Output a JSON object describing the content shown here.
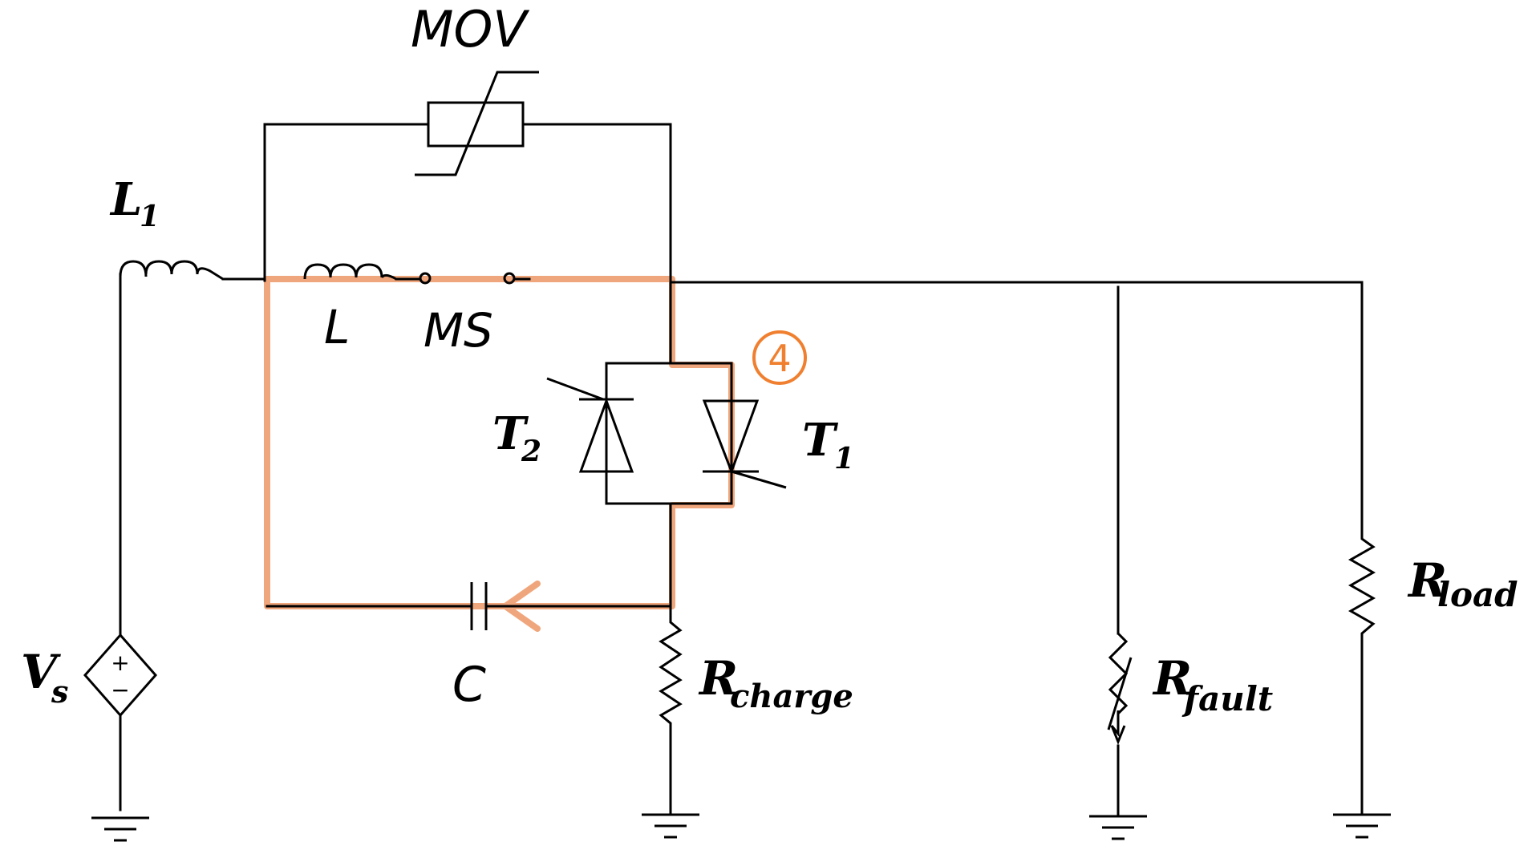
{
  "labels": {
    "mov": "MOV",
    "l1_main": "L",
    "l1_sub": "1",
    "l": "L",
    "ms": "MS",
    "t2_main": "T",
    "t2_sub": "2",
    "t1_main": "T",
    "t1_sub": "1",
    "vs_main": "V",
    "vs_sub": "s",
    "c": "C",
    "rcharge_main": "R",
    "rcharge_sub": "charge",
    "rfault_main": "R",
    "rfault_sub": "fault",
    "rload_main": "R",
    "rload_sub": "load",
    "step_marker": "4",
    "source_plus": "+",
    "source_minus": "−"
  },
  "colors": {
    "wire": "#000000",
    "highlight": "#f0a67c",
    "marker": "#f08030"
  }
}
